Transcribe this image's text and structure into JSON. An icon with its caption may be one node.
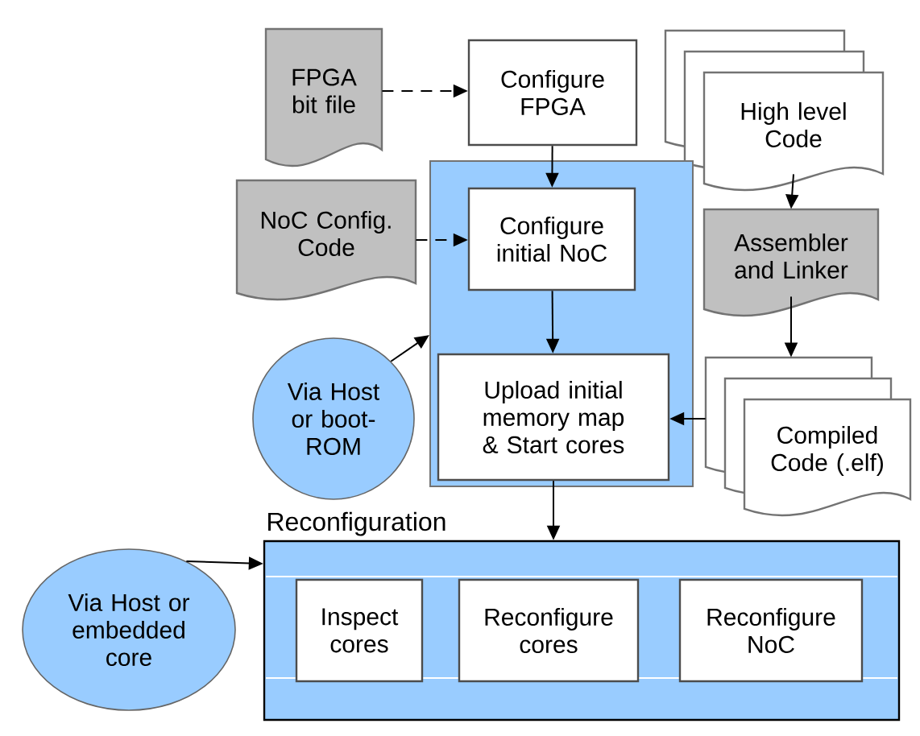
{
  "diagram": {
    "nodes": [
      {
        "text": [
          "FPGA bit file"
        ]
      },
      {
        "text": [
          "Configure FPGA"
        ]
      },
      {
        "text": [
          "High level Code"
        ]
      },
      {
        "text": [
          "NoC Config. Code"
        ]
      },
      {
        "text": [],
        "shape": "box"
      },
      {
        "text": [
          "Configure initial NoC"
        ],
        "in": 4
      },
      {
        "text": [
          "Assembler and Linker"
        ]
      },
      {
        "text": [
          "Via Host or boot-ROM"
        ]
      },
      {
        "text": [
          "Upload initial memory map & Start cores"
        ],
        "in": 4
      },
      {
        "text": [
          "Compiled Code (.elf)"
        ]
      },
      {
        "text": [
          "Reconfiguration"
        ]
      },
      {
        "text": [
          "Via Host or embedded core"
        ]
      },
      {
        "text": [
          "Inspect cores"
        ],
        "in": 10
      },
      {
        "text": [
          "Reconfigure cores"
        ],
        "in": 10
      },
      {
        "text": [
          "Reconfigure NoC"
        ],
        "in": 10
      }
    ],
    "edges": [
      {
        "from": 0,
        "to": 1,
        "arrow": "to",
        "style": "dashed"
      },
      {
        "from": 1,
        "to": 5,
        "arrow": "to"
      },
      {
        "from": 3,
        "to": 5,
        "arrow": "to",
        "style": "dashed"
      },
      {
        "from": 5,
        "to": 8,
        "arrow": "to"
      },
      {
        "from": 7,
        "to": 4,
        "arrow": "to"
      },
      {
        "from": 2,
        "to": 6,
        "arrow": "to"
      },
      {
        "from": 6,
        "to": 9,
        "arrow": "to"
      },
      {
        "from": 9,
        "to": 8,
        "arrow": "to"
      },
      {
        "from": 8,
        "to": 10,
        "arrow": "to"
      },
      {
        "from": 11,
        "to": 10,
        "arrow": "to"
      }
    ]
  }
}
